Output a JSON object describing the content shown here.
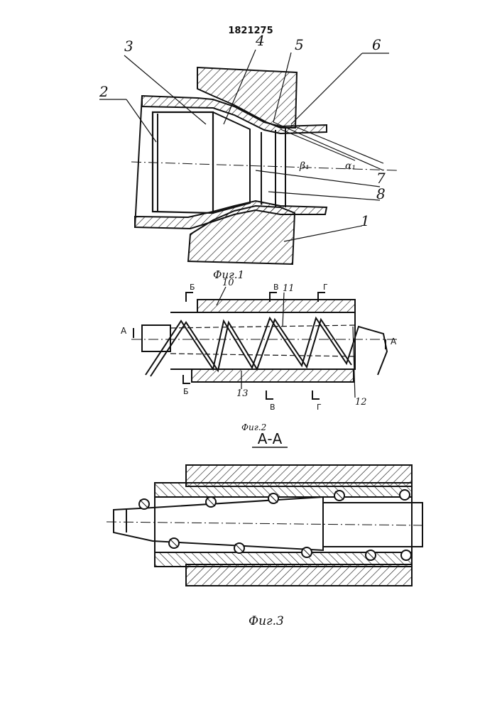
{
  "patent_number": "1821275",
  "fig1": {
    "caption": "Фиг.1",
    "labels": [
      "1",
      "2",
      "3",
      "4",
      "5",
      "6",
      "7",
      "8"
    ],
    "angle_beta": "β₁",
    "angle_alpha": "α₁"
  },
  "fig2": {
    "caption": "Фиг.2",
    "labels": [
      "10",
      "11",
      "12",
      "13"
    ],
    "section_marks": [
      "Б",
      "В",
      "Г"
    ],
    "section_a": "А"
  },
  "fig3": {
    "section_title": "А-А",
    "caption": "Фиг.3"
  }
}
